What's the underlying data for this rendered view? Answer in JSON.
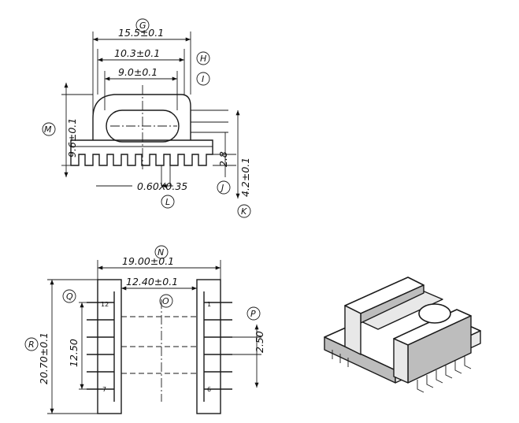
{
  "front_view": {
    "dim_width_outer": "15.5±0.1",
    "dim_width_mid": "10.3±0.1",
    "dim_width_inner": "9.0±0.1",
    "dim_height": "9.6±0.1",
    "dim_pin_size": "0.60X0.35",
    "dim_pin_height": "2.8",
    "dim_base_height": "4.2±0.1",
    "labels": {
      "G": "G",
      "H": "H",
      "I": "I",
      "J": "J",
      "K": "K",
      "L": "L",
      "M": "M"
    }
  },
  "bottom_view": {
    "dim_length": "19.00±0.1",
    "dim_inner": "12.40±0.1",
    "dim_height": "20.70±0.1",
    "dim_row_span": "12.50",
    "dim_pitch": "2.50",
    "pin_numbers": {
      "top_left": "12",
      "top_right": "1",
      "bottom_left": "7",
      "bottom_right": "6"
    },
    "labels": {
      "N": "N",
      "O": "O",
      "P": "P",
      "Q": "Q",
      "R": "R"
    }
  }
}
